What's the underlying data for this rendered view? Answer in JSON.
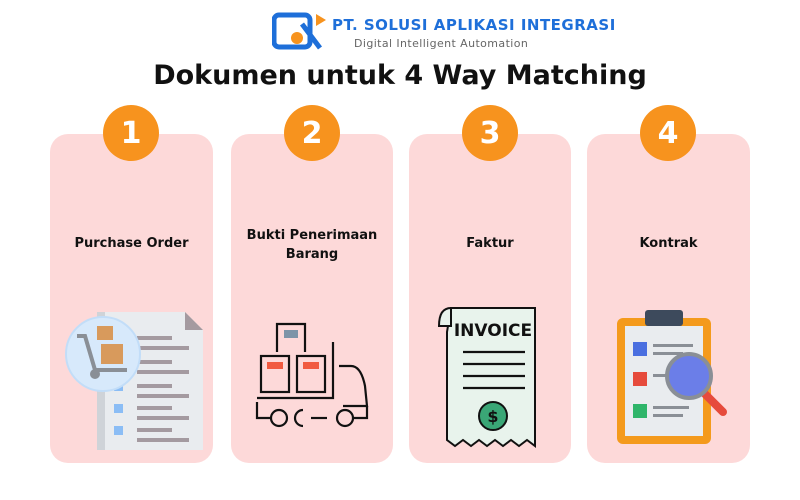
{
  "header": {
    "company": "PT. SOLUSI APLIKASI INTEGRASI",
    "tagline": "Digital Intelligent Automation",
    "title": "Dokumen untuk 4 Way Matching"
  },
  "colors": {
    "accent": "#f7931e",
    "card": "#fdd9d9",
    "brand": "#1e6fd9"
  },
  "cards": [
    {
      "number": "1",
      "label": "Purchase Order",
      "icon": "purchase-order-icon"
    },
    {
      "number": "2",
      "label": "Bukti Penerimaan Barang",
      "icon": "delivery-truck-icon"
    },
    {
      "number": "3",
      "label": "Faktur",
      "icon": "invoice-icon",
      "icon_text": "INVOICE"
    },
    {
      "number": "4",
      "label": "Kontrak",
      "icon": "contract-clipboard-icon"
    }
  ]
}
